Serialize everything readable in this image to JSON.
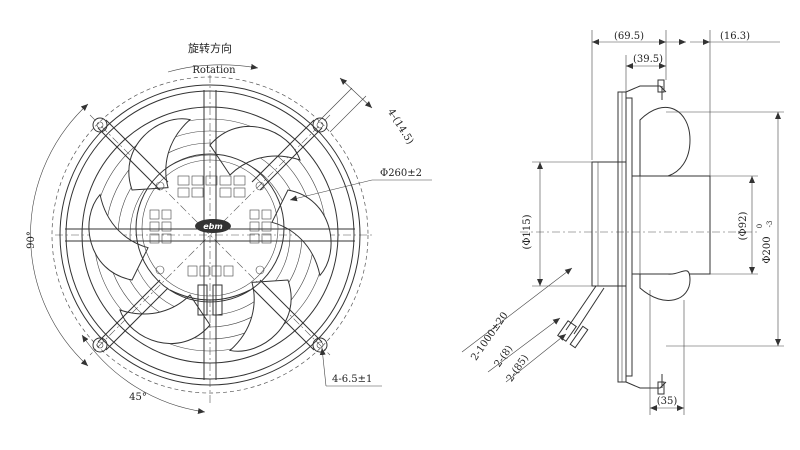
{
  "front_view": {
    "rotation_cn": "旋转方向",
    "rotation_en": "Rotation",
    "angle_90": "90°",
    "angle_45": "45°",
    "slots": "4-(14.5)",
    "bolt_circle": "Φ260±2",
    "holes": "4-6.5±1",
    "brand": "ebm"
  },
  "side_view": {
    "dim_69_5": "(69.5)",
    "dim_39_5": "(39.5)",
    "dim_16_3": "(16.3)",
    "dim_115": "(Φ115)",
    "dim_92": "(Φ92)",
    "dim_200": "Φ200",
    "dim_200_tol_upper": "0",
    "dim_200_tol_lower": "-3",
    "dim_35": "(35)",
    "lead_len": "2-1000±20",
    "lead_8": "2-(8)",
    "lead_85": "2-(85)"
  },
  "colors": {
    "line": "#333333",
    "background": "#ffffff"
  }
}
